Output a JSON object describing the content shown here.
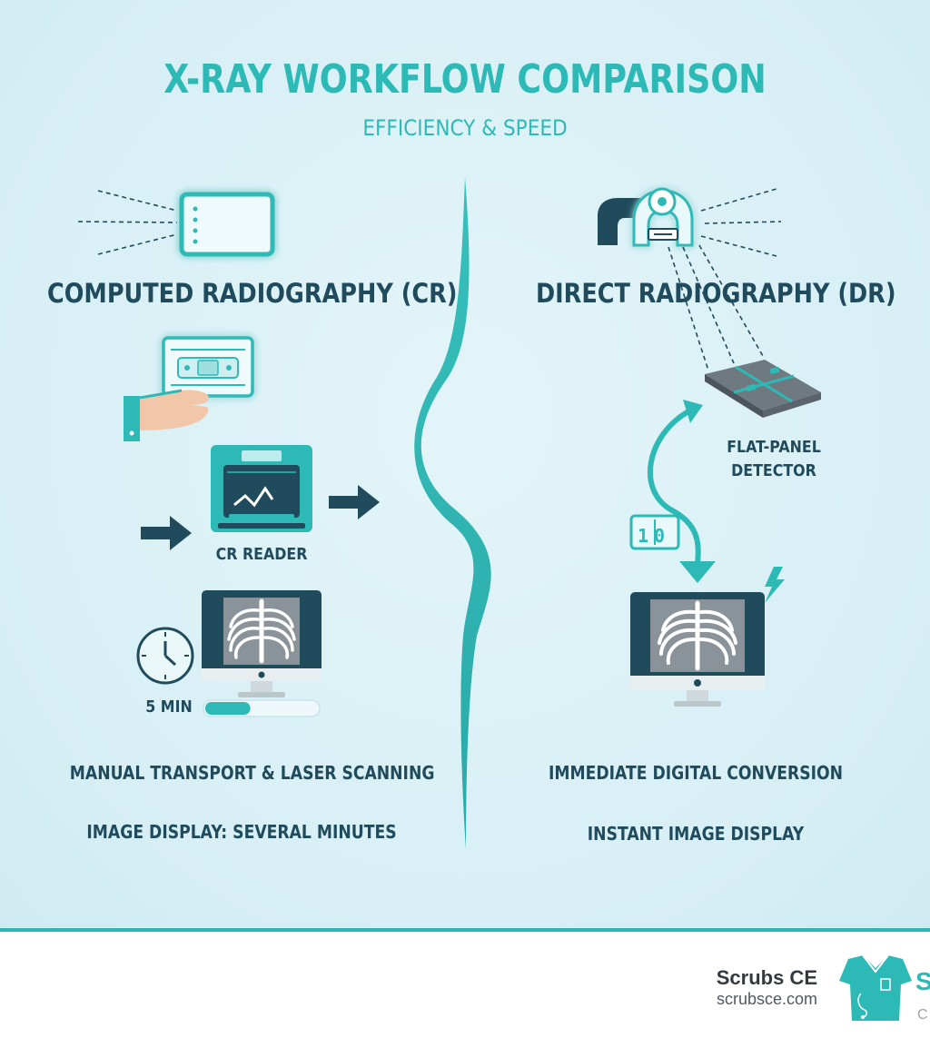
{
  "title": "X-RAY WORKFLOW COMPARISON",
  "subtitle": "EFFICIENCY & SPEED",
  "cr": {
    "heading": "COMPUTED RADIOGRAPHY (CR)",
    "reader_label": "CR READER",
    "time_label": "5 MIN",
    "progress": 0.4,
    "caption_1": "MANUAL TRANSPORT & LASER SCANNING",
    "caption_2": "IMAGE DISPLAY: SEVERAL MINUTES"
  },
  "dr": {
    "heading": "DIRECT RADIOGRAPHY (DR)",
    "detector_label_1": "FLAT-PANEL",
    "detector_label_2": "DETECTOR",
    "binary_label": "10",
    "caption_1": "IMMEDIATE DIGITAL CONVERSION",
    "caption_2": "INSTANT IMAGE DISPLAY"
  },
  "footer": {
    "brand": "Scrubs CE",
    "url": "scrubsce.com"
  },
  "colors": {
    "accent": "#2dbab6",
    "dark": "#1f4b5c",
    "background": "#daf1f6"
  }
}
